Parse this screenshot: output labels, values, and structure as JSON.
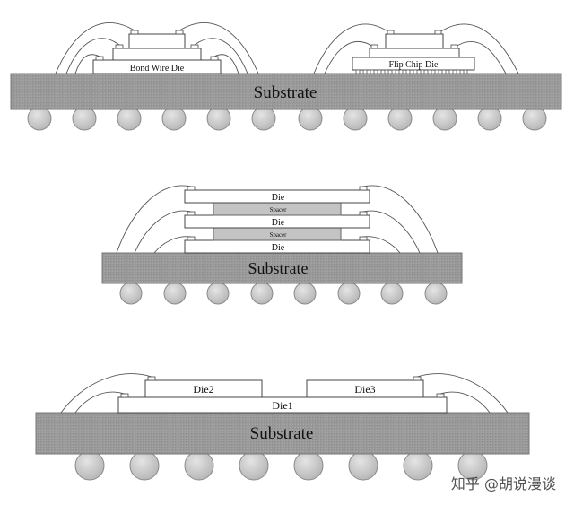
{
  "diagram_1": {
    "substrate_label": "Substrate",
    "bond_wire_die_label": "Bond Wire Die",
    "flip_chip_die_label": "Flip Chip Die"
  },
  "diagram_2": {
    "substrate_label": "Substrate",
    "stack": [
      "Die",
      "Spacer",
      "Die",
      "Spacer",
      "Die"
    ]
  },
  "diagram_3": {
    "substrate_label": "Substrate",
    "die1_label": "Die1",
    "die2_label": "Die2",
    "die3_label": "Die3"
  },
  "watermark": "知乎 @胡说漫谈",
  "colors": {
    "substrate_fill": "#9a9a9a",
    "ball_fill": "#c8c8c8",
    "spacer_fill": "#c4c4c4",
    "die_fill": "#ffffff",
    "wire": "#555555"
  }
}
